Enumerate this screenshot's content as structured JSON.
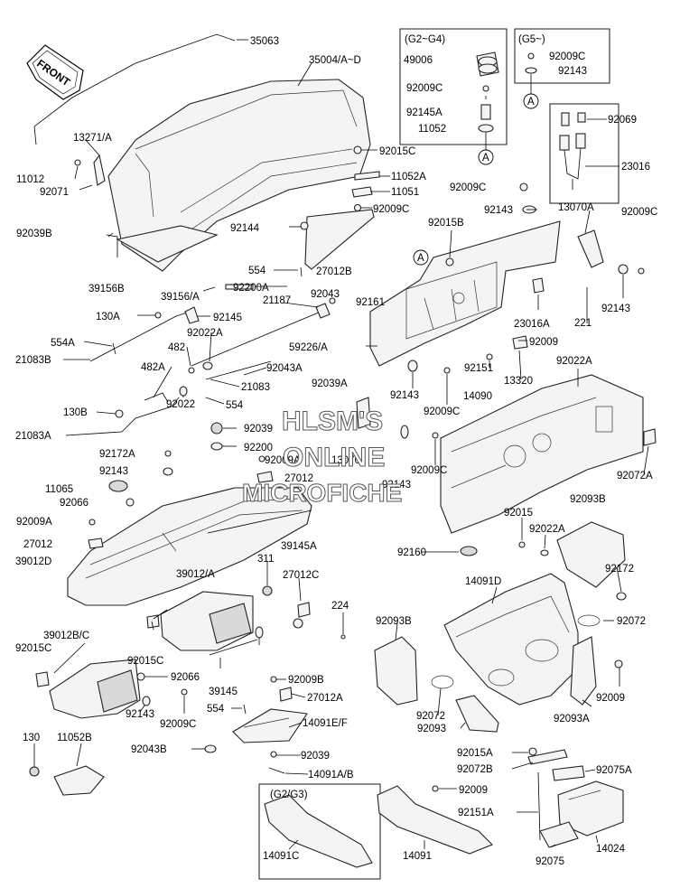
{
  "front_arrow": "FRONT",
  "watermark": [
    "HLSM'S",
    "ONLINE",
    "MICROFICHE"
  ],
  "box_g2_g4": {
    "title": "(G2~G4)",
    "labels": [
      "49006",
      "92009C",
      "92145A",
      "11052"
    ],
    "ref": "A"
  },
  "box_g5": {
    "title": "(G5~)",
    "labels": [
      "92009C",
      "92143"
    ],
    "ref": "A"
  },
  "box_g2_g3": {
    "title": "(G2/G3)"
  },
  "ref_a_main": "A",
  "labels": [
    "35063",
    "35004/A~D",
    "13271/A",
    "11012",
    "92071",
    "92039B",
    "39156B",
    "92015C",
    "11052A",
    "11051",
    "92009C",
    "92009C",
    "92015B",
    "92143",
    "13070A",
    "92009C",
    "92144",
    "554",
    "27012B",
    "92200A",
    "39156/A",
    "21187",
    "92043",
    "92161",
    "130A",
    "92145",
    "554A",
    "21083B",
    "92022A",
    "482",
    "482A",
    "130B",
    "21083A",
    "92043A",
    "21083",
    "554",
    "92022",
    "92039A",
    "59226/A",
    "92143",
    "92009C",
    "221",
    "92143",
    "23016A",
    "92009",
    "92151",
    "13320",
    "92022A",
    "14090",
    "92009C",
    "92039",
    "92200",
    "92009A",
    "13070",
    "92143",
    "27012",
    "92172A",
    "92143",
    "11065",
    "92066",
    "92009A",
    "27012",
    "39012D",
    "39145A",
    "92072A",
    "92015",
    "92022A",
    "92093B",
    "92160",
    "92172",
    "311",
    "27012C",
    "224",
    "14091D",
    "92072",
    "39012/A",
    "92015C",
    "39012B/C",
    "92015C",
    "92066",
    "39145",
    "92143",
    "92009C",
    "92009B",
    "27012A",
    "554",
    "92043B",
    "14091E/F",
    "92093B",
    "92072",
    "92093",
    "92009",
    "92093A",
    "130",
    "11052B",
    "92039",
    "14091A/B",
    "92015A",
    "92072B",
    "92075A",
    "92009",
    "92151A",
    "14091C",
    "14091",
    "92075",
    "14024",
    "92069",
    "23016"
  ]
}
